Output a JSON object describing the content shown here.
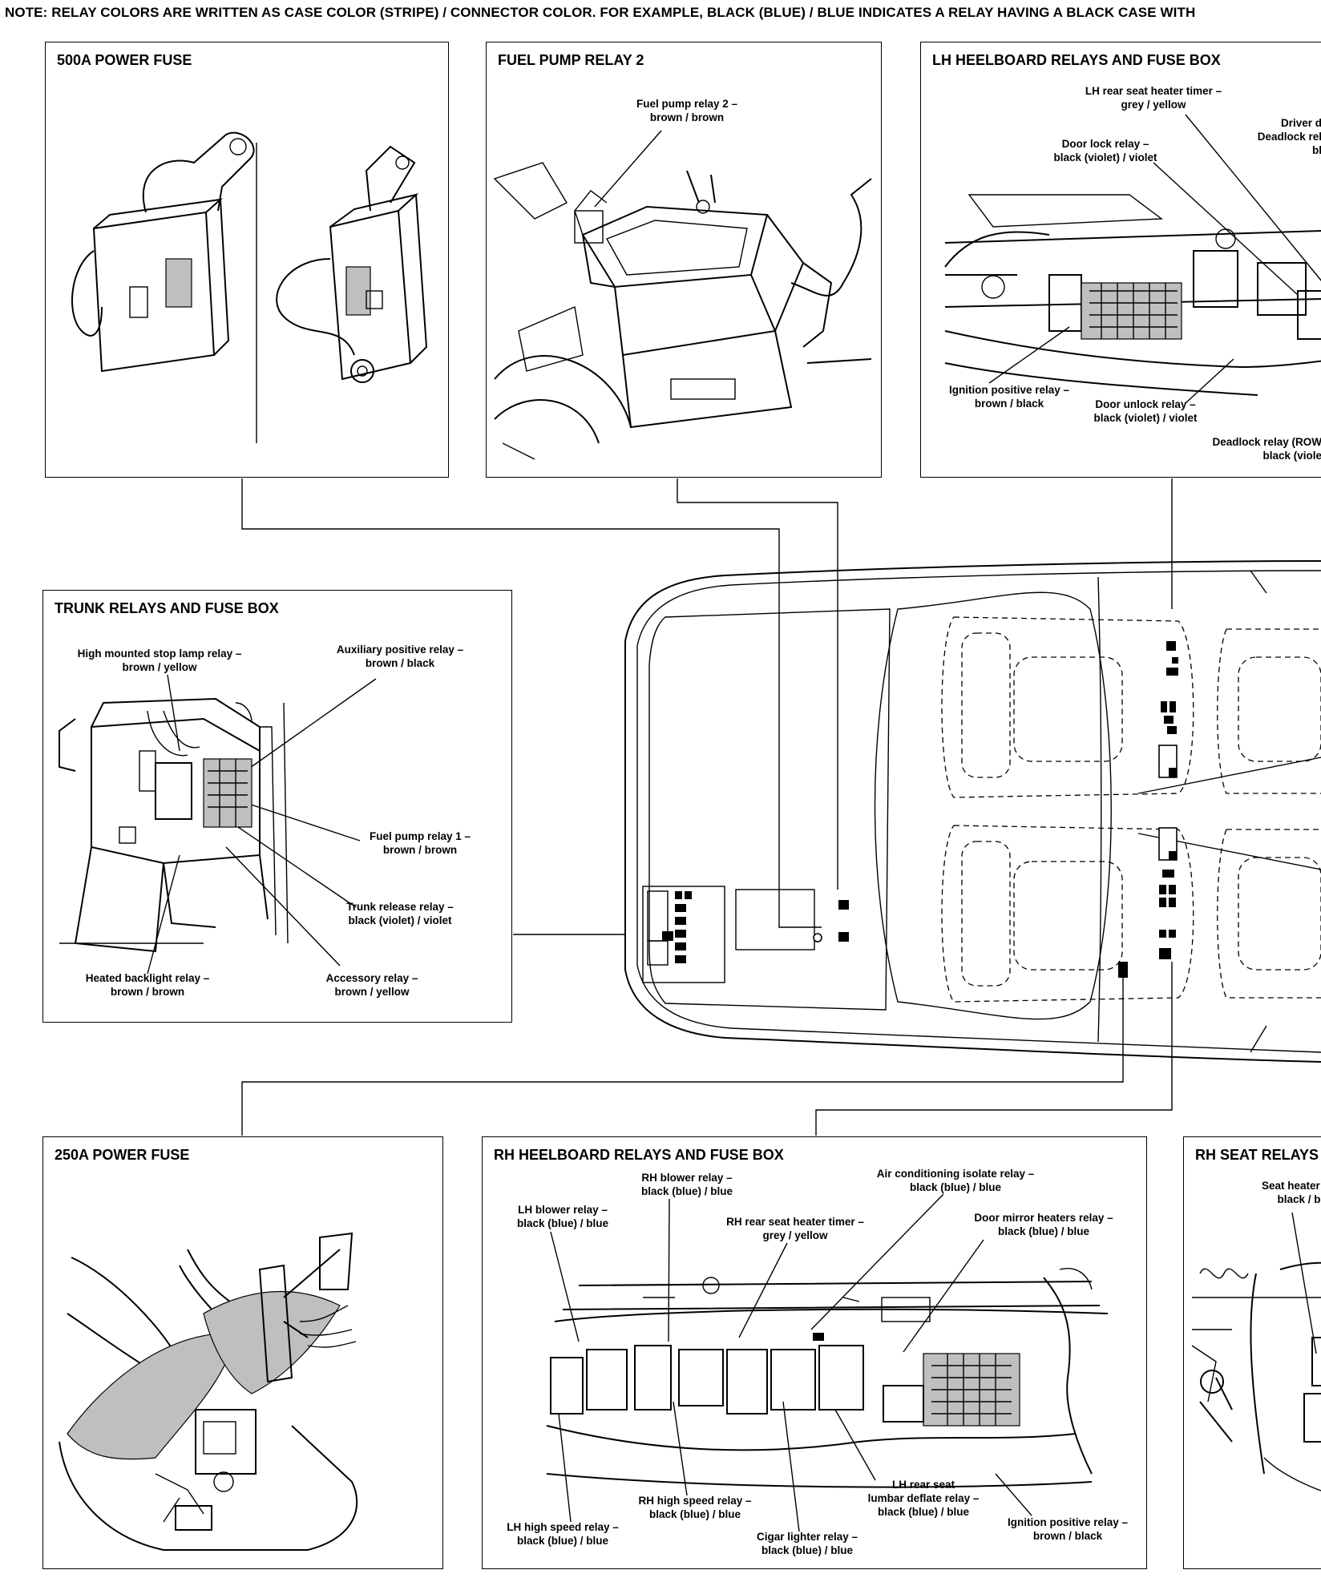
{
  "note": "NOTE: RELAY COLORS ARE WRITTEN AS CASE COLOR (STRIPE) / CONNECTOR COLOR.  FOR EXAMPLE,  BLACK (BLUE) / BLUE INDICATES A RELAY HAVING A BLACK CASE WITH",
  "panels": {
    "power500": {
      "title": "500A POWER FUSE"
    },
    "fuelpump2": {
      "title": "FUEL PUMP RELAY 2",
      "callouts": [
        {
          "name": "Fuel pump relay 2 –",
          "color": "brown / brown"
        }
      ]
    },
    "lhheel": {
      "title": "LH HEELBOARD RELAYS AND FUSE BOX",
      "callouts": [
        {
          "name": "LH rear seat heater timer –",
          "color": "grey / yellow"
        },
        {
          "name": "Door lock relay –",
          "color": "black (violet) / violet"
        },
        {
          "name": "Driver d",
          "color": "Deadlock rel",
          "extra": "bl"
        },
        {
          "name": "Ignition positive relay –",
          "color": "brown / black"
        },
        {
          "name": "Door unlock relay –",
          "color": "black (violet) / violet"
        },
        {
          "name": "Deadlock relay (ROW",
          "color": "black (viole"
        }
      ]
    },
    "trunk": {
      "title": "TRUNK RELAYS AND FUSE BOX",
      "callouts": [
        {
          "name": "High mounted stop lamp relay –",
          "color": "brown / yellow"
        },
        {
          "name": "Auxiliary positive relay –",
          "color": "brown / black"
        },
        {
          "name": "Fuel pump relay 1 –",
          "color": "brown / brown"
        },
        {
          "name": "Trunk release relay –",
          "color": "black (violet) / violet"
        },
        {
          "name": "Heated backlight relay –",
          "color": "brown / brown"
        },
        {
          "name": "Accessory relay –",
          "color": "brown / yellow"
        }
      ]
    },
    "power250": {
      "title": "250A POWER FUSE"
    },
    "rhheel": {
      "title": "RH HEELBOARD RELAYS AND FUSE BOX",
      "callouts": [
        {
          "name": "RH blower relay –",
          "color": "black (blue) / blue"
        },
        {
          "name": "Air conditioning isolate relay –",
          "color": "black (blue) / blue"
        },
        {
          "name": "LH blower relay –",
          "color": "black (blue) / blue"
        },
        {
          "name": "RH rear seat heater timer –",
          "color": "grey / yellow"
        },
        {
          "name": "Door mirror heaters relay –",
          "color": "black (blue) / blue"
        },
        {
          "name": "LH rear seat",
          "color": "lumbar deflate relay –",
          "extra": "black (blue) / blue"
        },
        {
          "name": "RH high speed relay –",
          "color": "black (blue) / blue"
        },
        {
          "name": "Ignition positive relay –",
          "color": "brown / black"
        },
        {
          "name": "LH high speed relay –",
          "color": "black (blue) / blue"
        },
        {
          "name": "Cigar lighter relay –",
          "color": "black (blue) / blue"
        }
      ]
    },
    "rhseat": {
      "title": "RH SEAT RELAYS",
      "callouts": [
        {
          "name": "Seat heater rel",
          "color": "black / blue"
        }
      ]
    }
  }
}
